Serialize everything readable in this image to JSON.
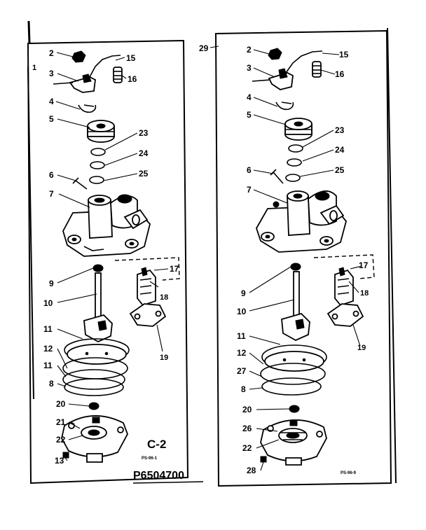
{
  "assemblies": [
    {
      "id": "left",
      "corner_label": "1",
      "parts": {
        "p2": "2",
        "p3": "3",
        "p4": "4",
        "p5": "5",
        "p6": "6",
        "p7": "7",
        "p9": "9",
        "p10": "10",
        "p11a": "11",
        "p11b": "11",
        "p12": "12",
        "p8": "8",
        "p13": "13",
        "p15": "15",
        "p16": "16",
        "p17": "17",
        "p18": "18",
        "p19": "19",
        "p20": "20",
        "p21": "21",
        "p22": "22",
        "p23": "23",
        "p24": "24",
        "p25": "25"
      },
      "tiny_code": "PS-96-1"
    },
    {
      "id": "right",
      "corner_label": "29",
      "parts": {
        "p2": "2",
        "p3": "3",
        "p4": "4",
        "p5": "5",
        "p6": "6",
        "p7": "7",
        "p9": "9",
        "p10": "10",
        "p11": "11",
        "p12": "12",
        "p27": "27",
        "p8": "8",
        "p15": "15",
        "p16": "16",
        "p17": "17",
        "p18": "18",
        "p19": "19",
        "p20": "20",
        "p26": "26",
        "p22": "22",
        "p28": "28",
        "p23": "23",
        "p24": "24",
        "p25": "25"
      },
      "tiny_code": "PS-96-9"
    }
  ],
  "section_label": "C-2",
  "drawing_number": "P6504700"
}
